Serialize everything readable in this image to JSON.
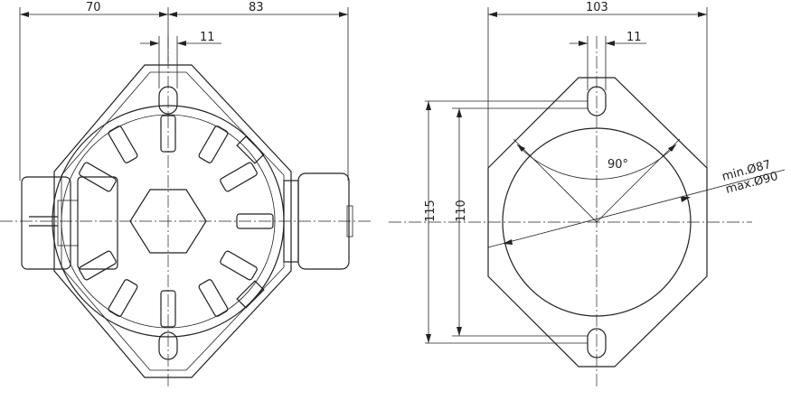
{
  "left_view": {
    "dim_left": "70",
    "dim_right": "83",
    "dim_slot": "11"
  },
  "right_view": {
    "dim_width": "103",
    "dim_slot": "11",
    "dim_height_outer": "115",
    "dim_height_inner": "110",
    "angle": "90°",
    "diameter_min": "min.Ø87",
    "diameter_max": "max.Ø90"
  }
}
